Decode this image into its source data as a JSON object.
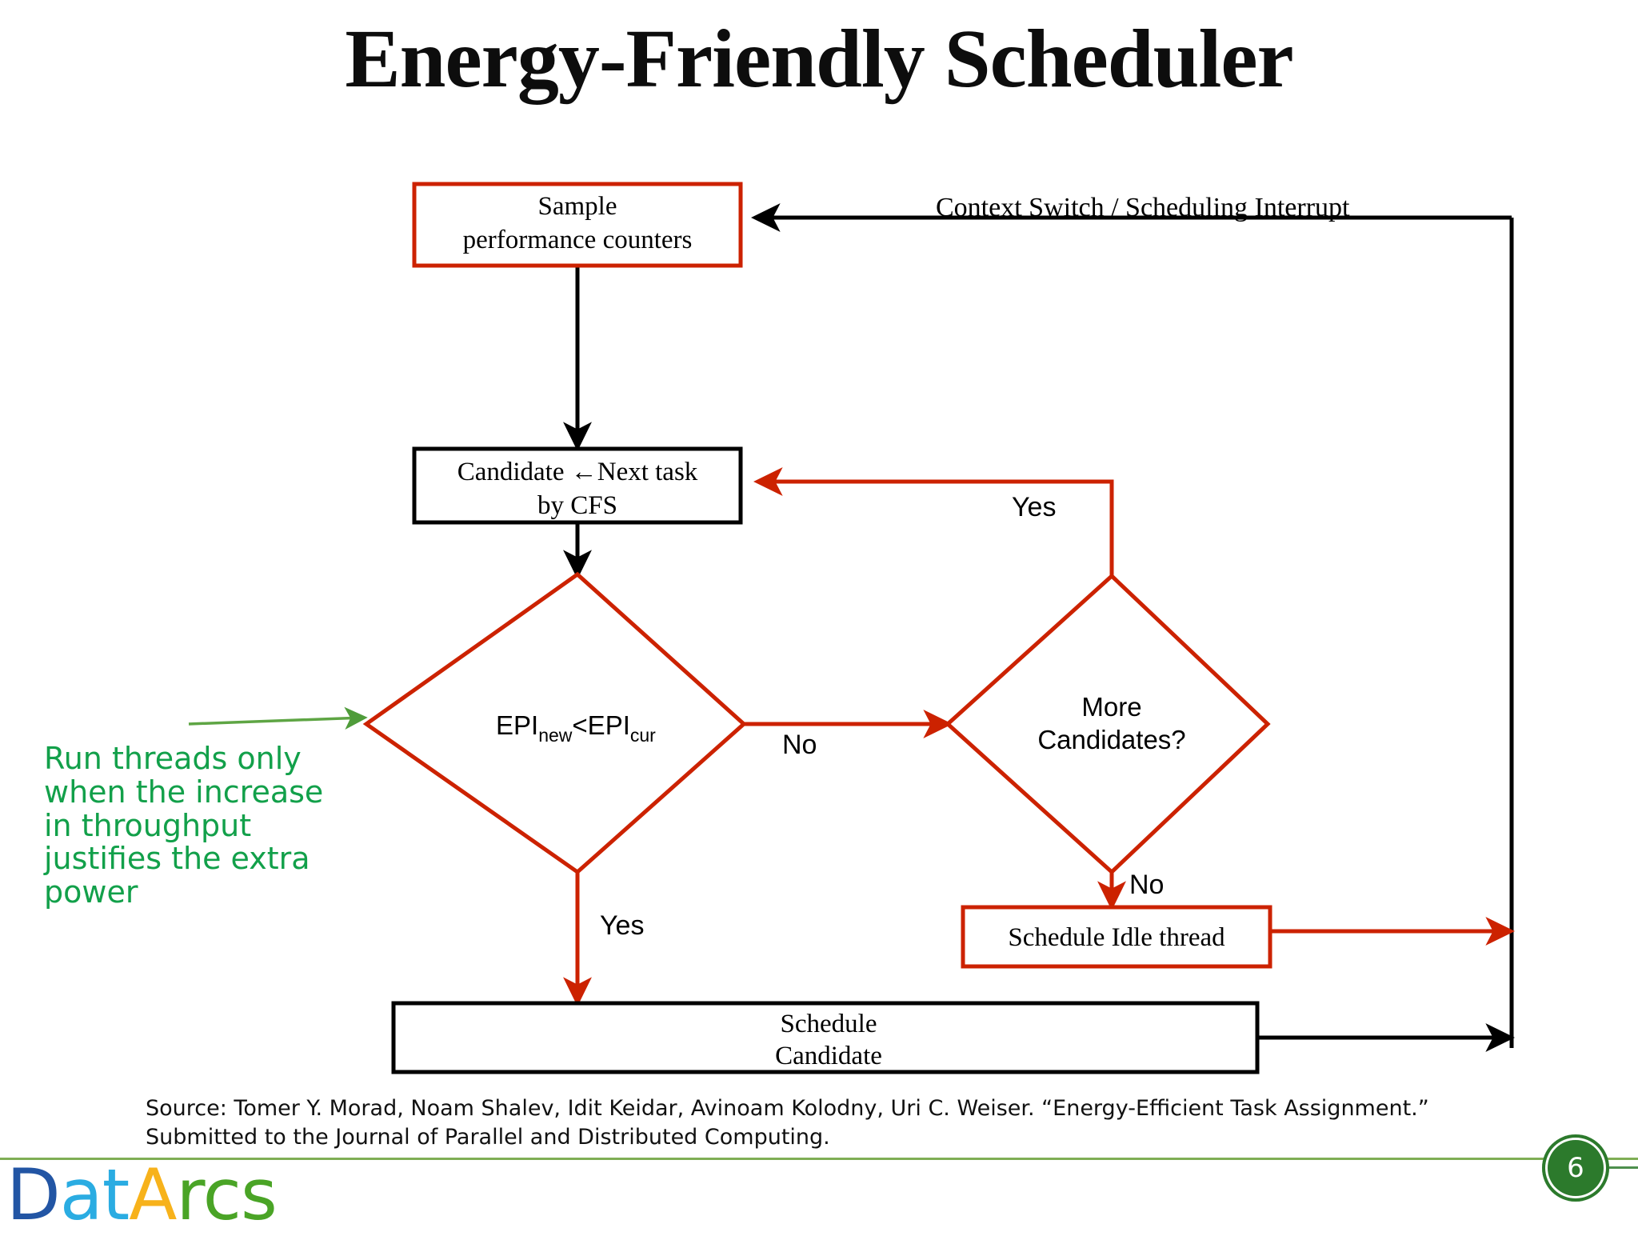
{
  "slide": {
    "title": "Energy-Friendly Scheduler",
    "page_number": "6"
  },
  "flowchart": {
    "nodes": {
      "sample": {
        "line1": "Sample",
        "line2": "performance counters",
        "border_color": "#cc2200",
        "shape": "rectangle"
      },
      "candidate": {
        "line1": "Candidate ←Next task",
        "line2": "by CFS",
        "border_color": "#000000",
        "shape": "rectangle"
      },
      "epi": {
        "text_main": "EPI",
        "sub1": "new",
        "operator": "<EPI",
        "sub2": "cur",
        "border_color": "#cc2200",
        "shape": "diamond"
      },
      "more": {
        "line1": "More",
        "line2": "Candidates?",
        "border_color": "#cc2200",
        "shape": "diamond"
      },
      "idle": {
        "line1": "Schedule Idle thread",
        "border_color": "#cc2200",
        "shape": "rectangle"
      },
      "schedule": {
        "line1": "Schedule",
        "line2": "Candidate",
        "border_color": "#000000",
        "shape": "rectangle"
      }
    },
    "edge_labels": {
      "context_switch": "Context Switch / Scheduling Interrupt",
      "more_yes": "Yes",
      "epi_no": "No",
      "epi_yes": "Yes",
      "more_no": "No"
    },
    "colors": {
      "red": "#cc2200",
      "black": "#000000",
      "green_arrow": "#4f9c3a"
    }
  },
  "annotation": {
    "text": "Run threads only when the increase in throughput justifies the extra power",
    "color": "#12a04a"
  },
  "source": {
    "text": "Source: Tomer Y. Morad, Noam Shalev, Idit Keidar, Avinoam Kolodny, Uri C. Weiser. “Energy-Efficient Task Assignment.”\nSubmitted to the Journal of Parallel and Distributed Computing."
  },
  "footer": {
    "logo": {
      "part1": "D",
      "part2": "at",
      "part3": "A",
      "part4": "rcs",
      "colors": {
        "part1": "#2255a4",
        "part2": "#2aace2",
        "part3": "#f7b21b",
        "part4": "#4aa426"
      }
    },
    "rule_color": "#7fae55"
  }
}
